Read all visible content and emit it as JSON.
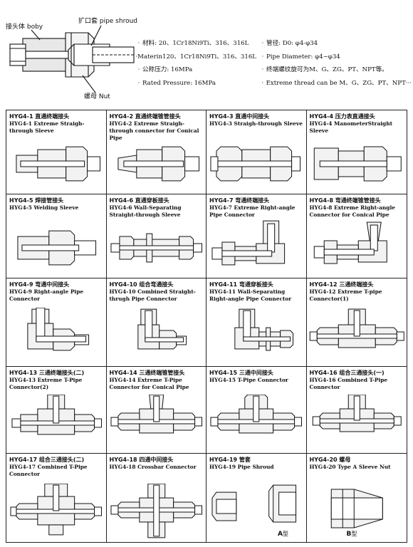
{
  "header": {
    "labels": {
      "body": "接头体 boby",
      "shroud": "扩口套 pipe shroud",
      "nut": "螺母 Nut"
    },
    "specs_left": [
      "材料: 20、1Cr18Ni9Ti、316、316L",
      "Materin120、1Cr18Ni9Ti、316、316L",
      "公称压力: 16MPa",
      "Rated Pressure:  16MPa"
    ],
    "specs_right": [
      "管径: D0: φ4-φ34",
      "Pipe Diameter:  φ4~φ34",
      "终端螺纹旋可为M、G、ZG、PT、NPT等。",
      "Extreme thread can be M、G、ZG、PT、NPT···"
    ],
    "bullet": "·"
  },
  "cells": [
    {
      "cn": "HYG4-1 直通终端接头",
      "en": "HYG4-1 Extreme Straigh-through Sleeve"
    },
    {
      "cn": "HYG4-2 直通终端锥管接头",
      "en": "HYG4-2 Extreme Straigh-through connector for Conical Pipe"
    },
    {
      "cn": "HYG4-3 直通中间接头",
      "en": "HYG4-3 Straigh-through Sleeve"
    },
    {
      "cn": "HYG4-4 压力表直通接头",
      "en": "HYG4-4 ManometerStraight Sleeve"
    },
    {
      "cn": "HYG4-5 焊接管接头",
      "en": "HYG4-5 Welding Sleeve"
    },
    {
      "cn": "HYG4-6 直通穿板接头",
      "en": "HYG4-6 Wall-Separating Straight-through Sleeve"
    },
    {
      "cn": "HYG4-7 弯通终端接头",
      "en": "HYG4-7 Extreme Right-angle Pipe Connector"
    },
    {
      "cn": "HYG4-8 弯通终端锥管接头",
      "en": "HYG4-8 Extreme Right-angle Connector for Conical Pipe"
    },
    {
      "cn": "HYG4-9 弯通中间接头",
      "en": "HYG4-9 Right-angle Pipe Connector"
    },
    {
      "cn": "HYG4-10 组合弯通接头",
      "en": "HYG4-10 Combined Straight-thrugh Pipe Connector"
    },
    {
      "cn": "HYG4-11 弯通穿板接头",
      "en": "HYG4-11 Wall-Separating Right-angle Pipe Connector"
    },
    {
      "cn": "HYG4-12 三通终端接头",
      "en": "HYG4-12 Extreme T-pipe Connector(1)"
    },
    {
      "cn": "HYG4-13 三通终端接头(二)",
      "en": "HYG4-13 Extreme T-Pipe Connector(2)"
    },
    {
      "cn": "HYG4-14 三通终端锥管接头",
      "en": "HYG4-14 Extreme T-Pipe Connector for Conical Pipe"
    },
    {
      "cn": "HYG4-15 三通中间接头",
      "en": "HYG4-15  T-Pipe Connector"
    },
    {
      "cn": "HYG4-16 组合三通接头(一)",
      "en": "HYG4-16 Combined T-Pipe Connector"
    },
    {
      "cn": "HYG4-17 组合三通接头(二)",
      "en": "HYG4-17 Combined T-Pipe Connector"
    },
    {
      "cn": "HYG4-18 四通中间接头",
      "en": "HYG4-18 Crossbar Connector"
    },
    {
      "cn": "HYG4-19 管套",
      "en": "HYG4-19  Pipe Shroud"
    },
    {
      "cn": "HYG4-20 螺母",
      "en": "HYG4-20  Type A Sleeve Nut"
    }
  ],
  "type_labels": {
    "a": "A",
    "b": "B",
    "suffix": "型"
  }
}
